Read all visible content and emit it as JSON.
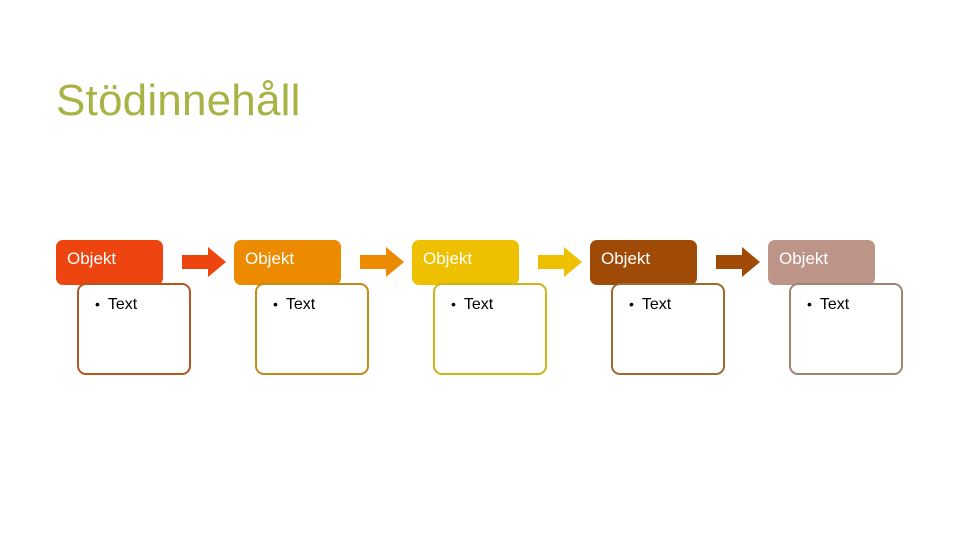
{
  "slide": {
    "title": "Stödinnehåll",
    "title_color": "#A8B345",
    "background": "#FFFFFF"
  },
  "groups": [
    {
      "header_label": "Objekt",
      "bullet": "Text",
      "bullet_marker": "•",
      "header_color": "#EE4410",
      "border_color": "#B4561E",
      "arrow_color": "#EE4410",
      "has_arrow": true
    },
    {
      "header_label": "Objekt",
      "bullet": "Text",
      "bullet_marker": "•",
      "header_color": "#ED8B00",
      "border_color": "#C58A1C",
      "arrow_color": "#ED8B00",
      "has_arrow": true
    },
    {
      "header_label": "Objekt",
      "bullet": "Text",
      "bullet_marker": "•",
      "header_color": "#EFC000",
      "border_color": "#CFB417",
      "arrow_color": "#EFC000",
      "has_arrow": true
    },
    {
      "header_label": "Objekt",
      "bullet": "Text",
      "bullet_marker": "•",
      "header_color": "#9F4B07",
      "border_color": "#9B6A2E",
      "arrow_color": "#9F4B07",
      "has_arrow": true
    },
    {
      "header_label": "Objekt",
      "bullet": "Text",
      "bullet_marker": "•",
      "header_color": "#BD9488",
      "border_color": "#A08377",
      "arrow_color": "#BD9488",
      "has_arrow": false
    }
  ]
}
